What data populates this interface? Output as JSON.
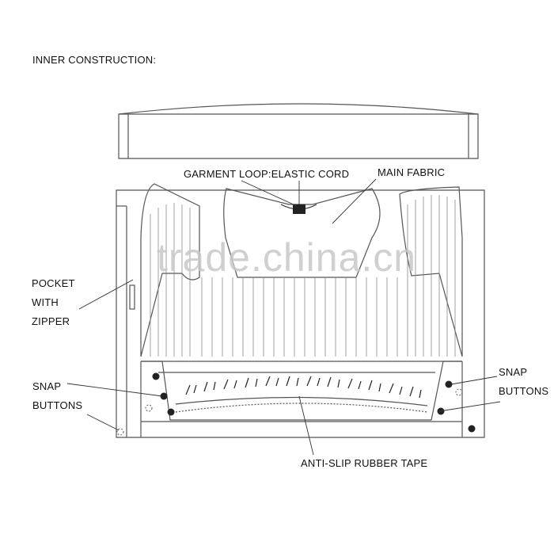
{
  "diagram": {
    "title": "INNER CONSTRUCTION:",
    "watermark": "trade.china.cn",
    "labels": {
      "garment_loop": "GARMENT LOOP:ELASTIC CORD",
      "main_fabric": "MAIN FABRIC",
      "pocket": [
        "POCKET",
        "WITH",
        "ZIPPER"
      ],
      "snap_left": [
        "SNAP",
        "BUTTONS"
      ],
      "snap_right": [
        "SNAP",
        "BUTTONS"
      ],
      "rubber_tape": "ANTI-SLIP RUBBER TAPE"
    }
  },
  "colors": {
    "line": "#555555",
    "text": "#111111",
    "dot": "#222222"
  }
}
